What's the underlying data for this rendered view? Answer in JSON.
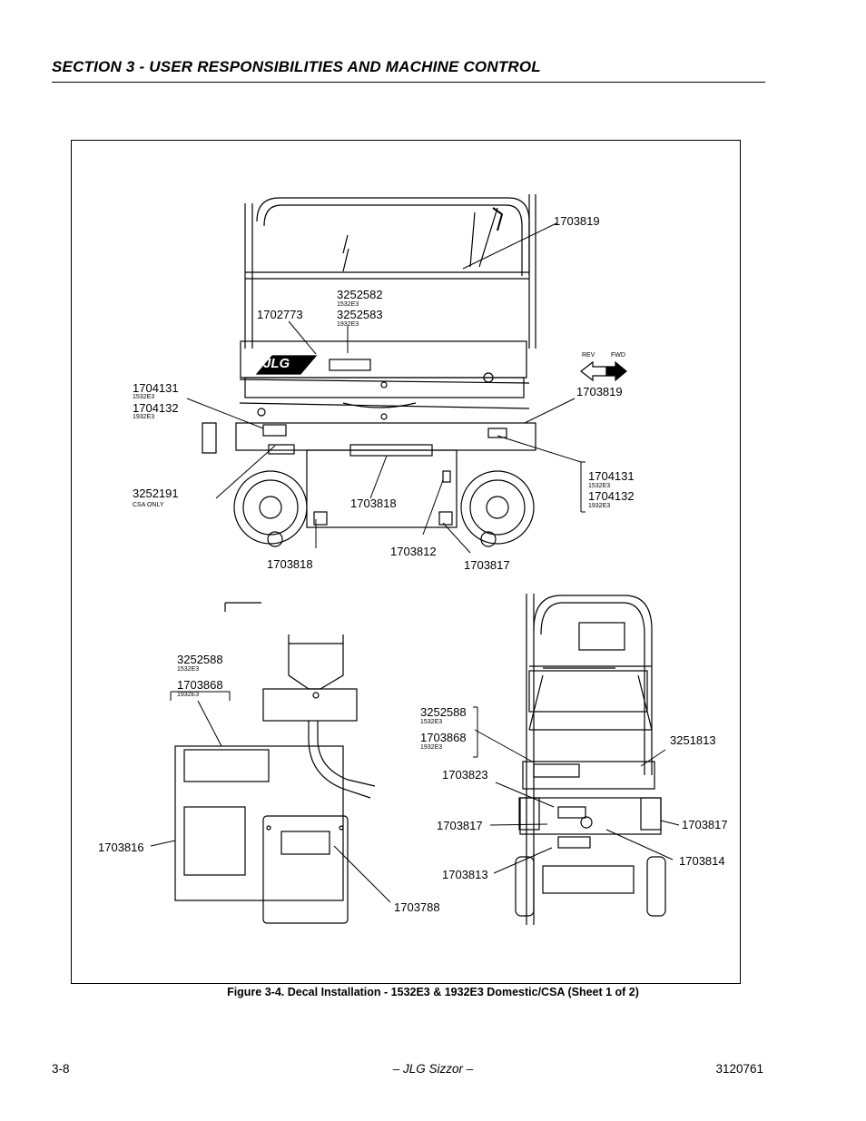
{
  "header": {
    "title": "SECTION 3 - USER RESPONSIBILITIES AND MACHINE CONTROL"
  },
  "figure": {
    "caption": "Figure 3-4.  Decal Installation - 1532E3 & 1932E3 Domestic/CSA (Sheet 1 of 2)",
    "logo_text": "JLG",
    "direction_labels": {
      "rev": "REV",
      "fwd": "FWD"
    },
    "side_view": {
      "callouts": {
        "c1703819_top": "1703819",
        "c1703819_mid": "1703819",
        "c3252582": "3252582",
        "c3252582_model": "1532E3",
        "c3252583": "3252583",
        "c3252583_model": "1932E3",
        "c1702773": "1702773",
        "c1704131_left": "1704131",
        "c1704131_left_model": "1532E3",
        "c1704132_left": "1704132",
        "c1704132_left_model": "1932E3",
        "c3252191": "3252191",
        "c3252191_note": "CSA ONLY",
        "c1703818_mid": "1703818",
        "c1703818_low": "1703818",
        "c1703812": "1703812",
        "c1703817": "1703817",
        "c1704131_right": "1704131",
        "c1704131_right_model": "1532E3",
        "c1704132_right": "1704132",
        "c1704132_right_model": "1932E3"
      }
    },
    "control_box_view": {
      "callouts": {
        "c3252588": "3252588",
        "c3252588_model": "1532E3",
        "c1703868": "1703868",
        "c1703868_model": "1932E3",
        "c1703816": "1703816",
        "c1703788": "1703788"
      }
    },
    "end_view": {
      "callouts": {
        "c3252588": "3252588",
        "c3252588_model": "1532E3",
        "c1703868": "1703868",
        "c1703868_model": "1932E3",
        "c3251813": "3251813",
        "c1703823": "1703823",
        "c1703817_left": "1703817",
        "c1703817_right": "1703817",
        "c1703813": "1703813",
        "c1703814": "1703814"
      }
    }
  },
  "footer": {
    "page_number": "3-8",
    "center": "– JLG Sizzor –",
    "doc_number": "3120761"
  }
}
